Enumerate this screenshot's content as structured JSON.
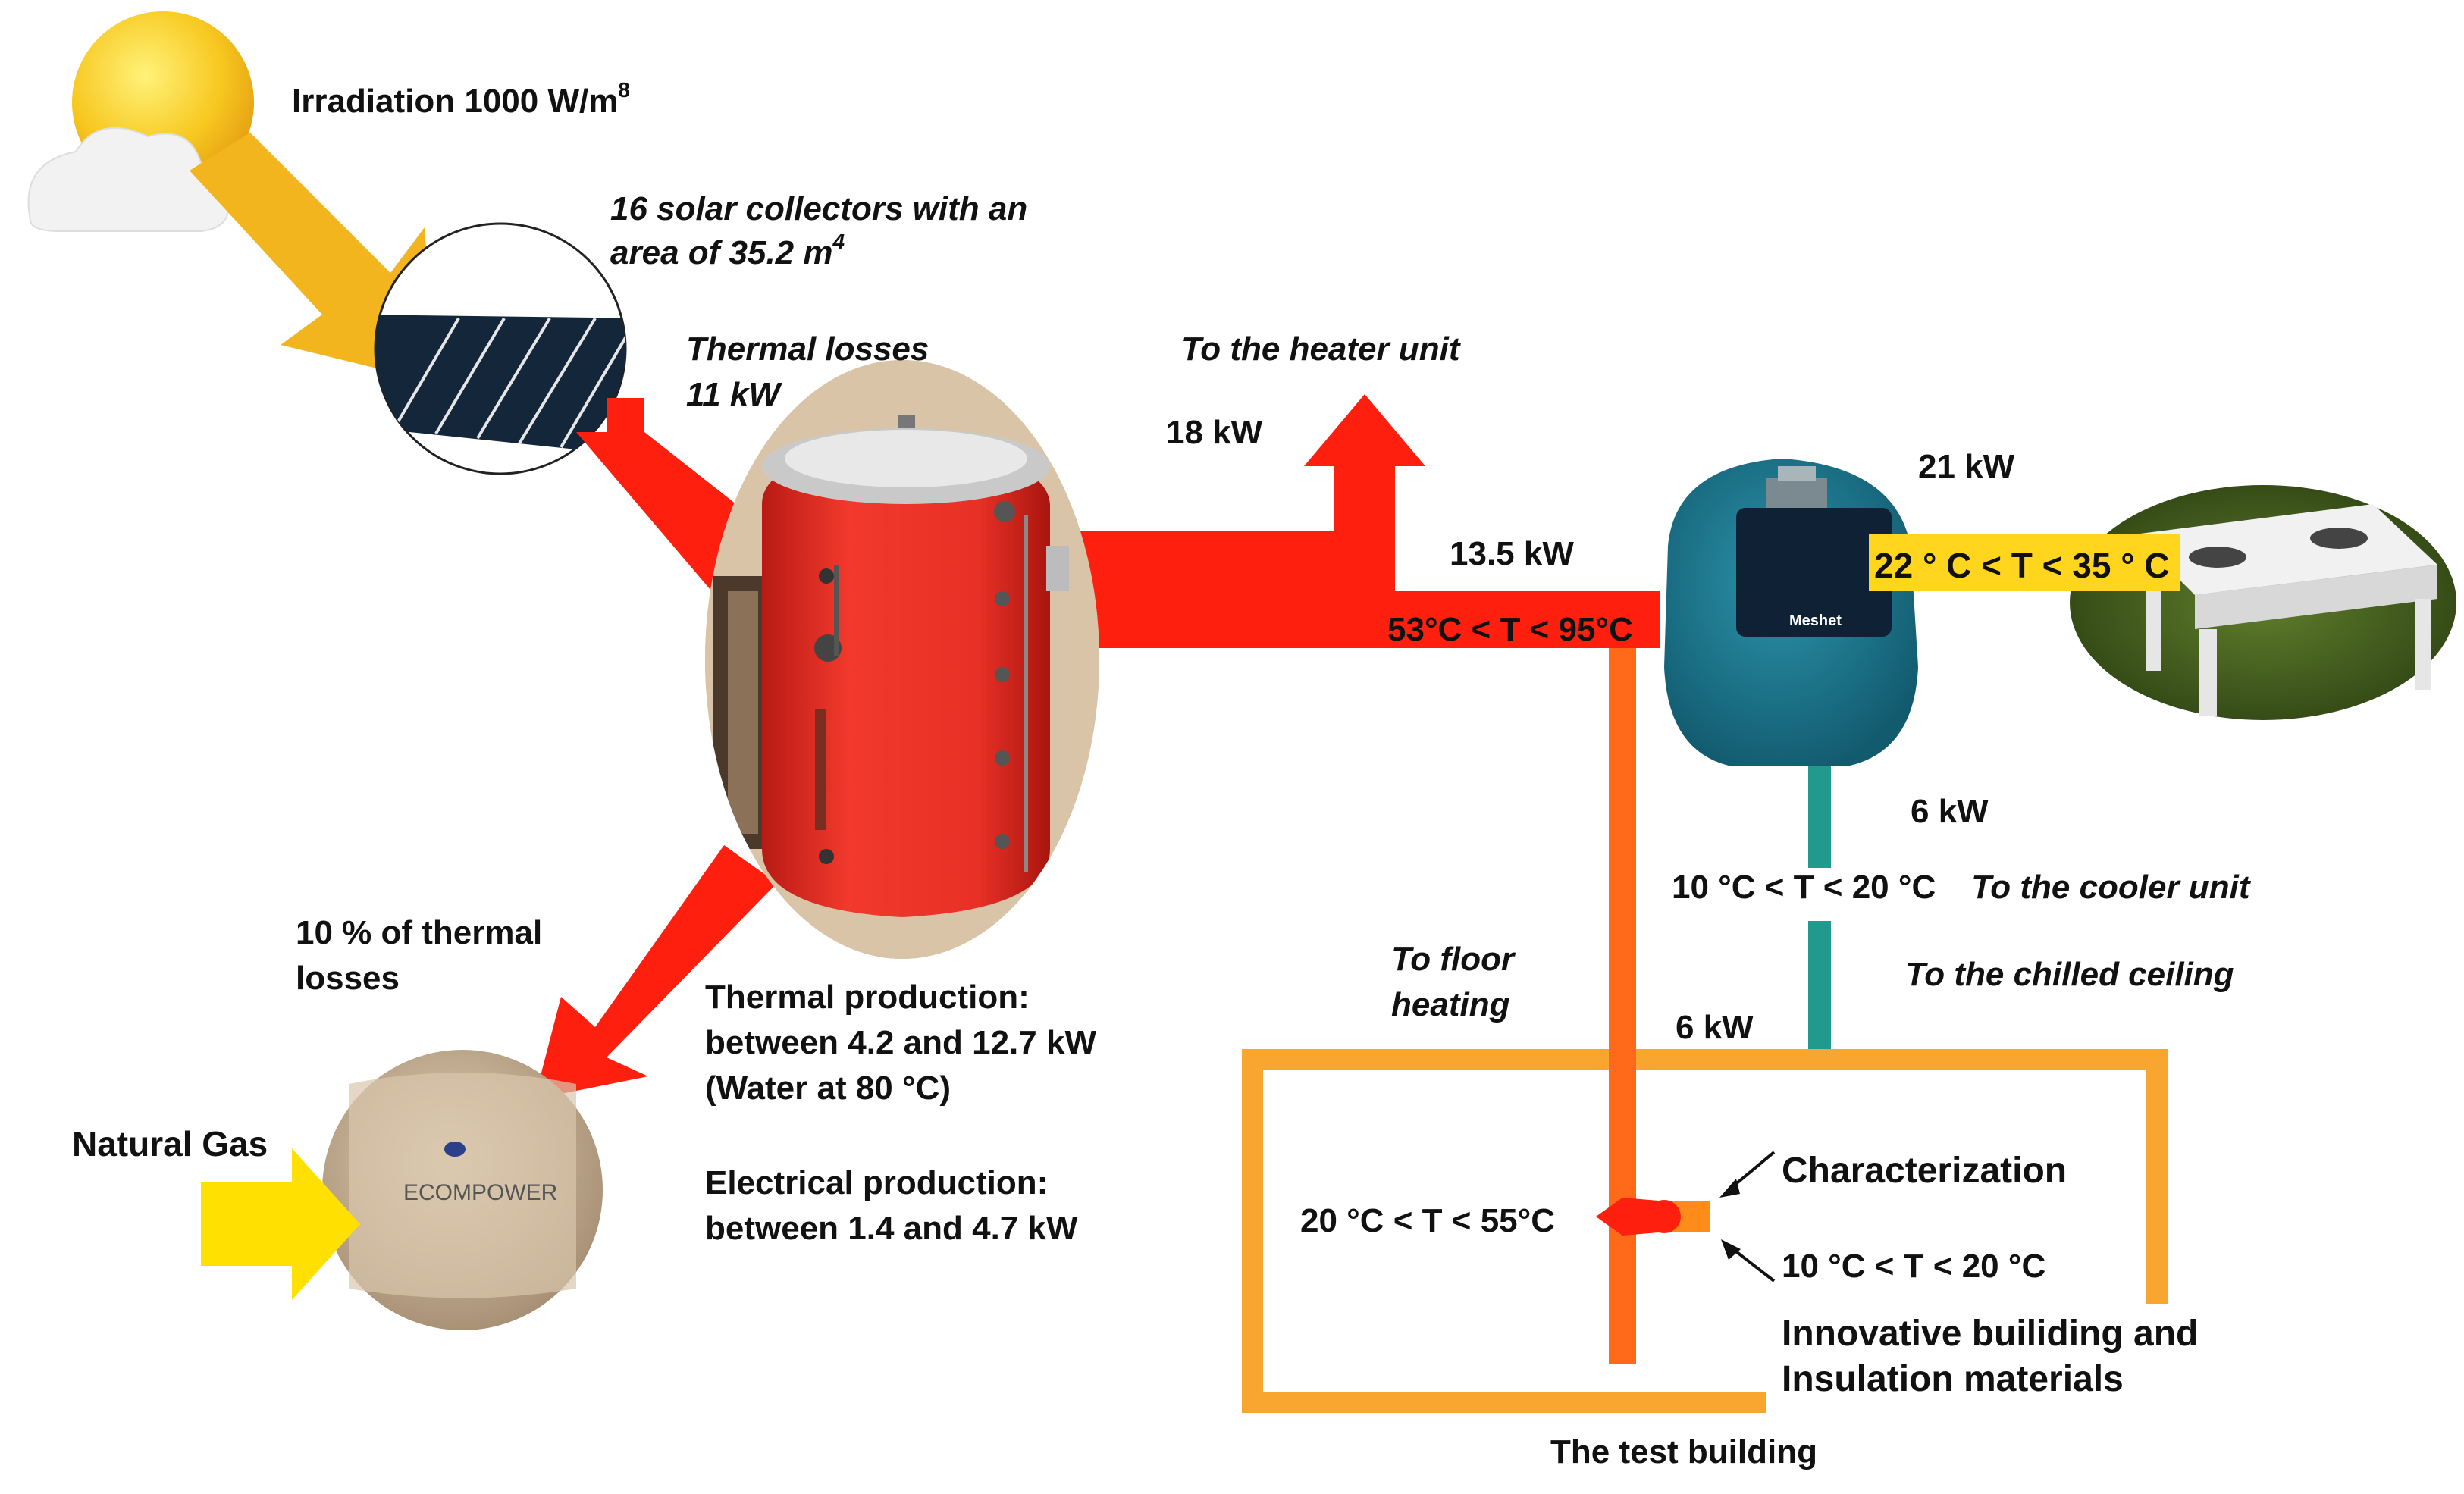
{
  "labels": {
    "irradiation": "Irradiation 1000 W/m",
    "irradiation_sup": "8",
    "collectors_line1": "16 solar collectors with an",
    "collectors_line2": "area of 35.2 m",
    "collectors_sup": "4",
    "thermal_losses_line1": "Thermal losses",
    "thermal_losses_line2": "11 kW",
    "to_heater_unit": "To the heater unit",
    "heater_power": "18 kW",
    "flow_power": "13.5 kW",
    "hot_temp_range": "53°C < T < 95°C",
    "chiller_power": "21 kW",
    "outdoor_temp_range": "22 ° C < T < 35 ° C",
    "chiller_brand": "Meshet",
    "cold_power_top": "6 kW",
    "cold_temp_range": "10 °C < T < 20 °C",
    "to_cooler_unit": "To the cooler unit",
    "to_chilled_ceiling": "To the chilled ceiling",
    "cold_power_bottom": "6 kW",
    "to_floor_heating_line1": "To floor",
    "to_floor_heating_line2": "heating",
    "losses_pct_line1": "10 % of thermal",
    "losses_pct_line2": "losses",
    "thermal_production_line1": "Thermal production:",
    "thermal_production_line2": "between 4.2 and 12.7 kW",
    "thermal_production_line3": "(Water at 80 °C)",
    "electrical_production_line1": "Electrical production:",
    "electrical_production_line2": "between 1.4 and 4.7 kW",
    "natural_gas": "Natural Gas",
    "ecompower": "ECOMPOWER",
    "floor_temp_range": "20 °C < T < 55°C",
    "characterization": "Characterization",
    "char_temp_range": "10 °C < T < 20 °C",
    "building_line1": "Innovative builiding and",
    "building_line2": "Insulation materials",
    "test_building": "The test building"
  },
  "colors": {
    "sun": "#f5c21b",
    "sun_ray": "#f2b51e",
    "hot_flow": "#ff1f0e",
    "floor_flow": "#ff6a1a",
    "building_outline": "#f8a630",
    "chilled_flow": "#1f9a8c",
    "gas_arrow": "#ffe000",
    "tank": "#e8322a",
    "chiller_body": "#1e7f96",
    "outdoor_label_bg": "#ffd51d",
    "chp_body": "#cdb89c"
  }
}
